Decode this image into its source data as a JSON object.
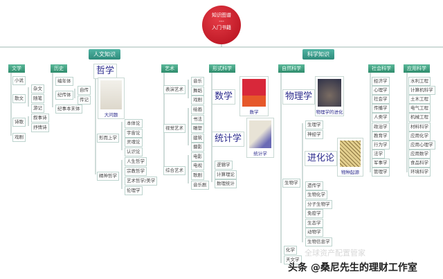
{
  "center": {
    "line1": "知识图谱",
    "sep": "---",
    "line2": "入门书籍",
    "color": "#c8141f"
  },
  "humanities": {
    "label": "人文知识",
    "literature": {
      "label": "文学",
      "items": [
        "小说",
        "散文",
        "杂文",
        "随笔",
        "游记",
        "诗歌",
        "叙事诗",
        "抒情诗",
        "戏剧"
      ]
    },
    "history": {
      "label": "历史",
      "items": [
        "编年体",
        "纪传体",
        "自传",
        "传记",
        "纪事本末体"
      ]
    },
    "philosophy": {
      "label": "哲学",
      "book": "大问题",
      "items": [
        "形而上学",
        "本体论",
        "宇宙论",
        "灵魂论",
        "认识论",
        "精神哲学",
        "人生哲学",
        "宗教哲学",
        "艺术哲学/美学",
        "伦理学"
      ]
    },
    "art": {
      "label": "艺术",
      "items": [
        "表演艺术",
        "音乐",
        "舞蹈",
        "戏剧",
        "视觉艺术",
        "绘画",
        "书法",
        "雕塑",
        "建筑",
        "摄影",
        "综合艺术",
        "电影",
        "电视",
        "歌剧",
        "音乐剧"
      ]
    }
  },
  "science": {
    "label": "科学知识",
    "formal": {
      "label": "形式科学",
      "math": "数学",
      "math_book": "数学",
      "stats": "统计学",
      "stats_book": "统计学",
      "items": [
        "逻辑学",
        "计算理论",
        "数理统计"
      ]
    },
    "natural": {
      "label": "自然科学",
      "physics": "物理学",
      "physics_book": "物理学的进化",
      "evolution": "进化论",
      "evolution_book": "物种起源",
      "items": [
        "生理学",
        "神经学",
        "生物学",
        "遗传学",
        "生物化学",
        "分子生物学",
        "免疫学",
        "生态学",
        "动物学",
        "生物信息学",
        "化学",
        "天文学"
      ]
    },
    "social": {
      "label": "社会科学",
      "items": [
        "经济学",
        "心理学",
        "社会学",
        "传播学",
        "人类学",
        "政治学",
        "教育学",
        "行为学",
        "法学",
        "军事学",
        "管理学"
      ]
    },
    "applied": {
      "label": "应用科学",
      "items": [
        "水利工程",
        "计算机科学",
        "土木工程",
        "电气工程",
        "机械工程",
        "材料科学",
        "应用化学",
        "应用心理学",
        "应用数学",
        "食品科学",
        "环境科学"
      ]
    }
  },
  "watermark": {
    "faint": "全球资产配置管家",
    "main": "头条 @桑尼先生的理财工作室"
  }
}
